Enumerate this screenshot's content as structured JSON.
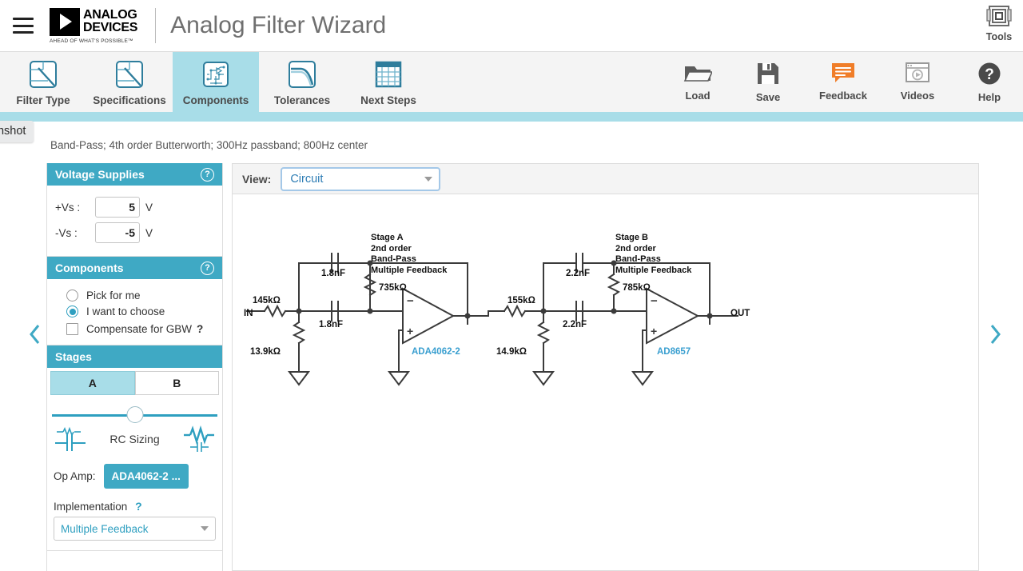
{
  "header": {
    "menu_icon": "hamburger-icon",
    "brand_line1": "ANALOG",
    "brand_line2": "DEVICES",
    "brand_tagline": "AHEAD OF WHAT'S POSSIBLE™",
    "app_title": "Analog Filter Wizard",
    "tools_label": "Tools",
    "tools_icon": "tools-icon"
  },
  "tooltip": {
    "text": "reenshot"
  },
  "tabs": [
    {
      "label": "Filter Type",
      "icon": "filter-type-icon",
      "active": false
    },
    {
      "label": "Specifications",
      "icon": "specifications-icon",
      "active": false
    },
    {
      "label": "Components",
      "icon": "components-icon",
      "active": true
    },
    {
      "label": "Tolerances",
      "icon": "tolerances-icon",
      "active": false
    },
    {
      "label": "Next Steps",
      "icon": "next-steps-icon",
      "active": false
    }
  ],
  "tools": [
    {
      "label": "Load",
      "icon": "folder-icon"
    },
    {
      "label": "Save",
      "icon": "floppy-disk-icon"
    },
    {
      "label": "Feedback",
      "icon": "speech-bubble-icon"
    },
    {
      "label": "Videos",
      "icon": "video-window-icon"
    },
    {
      "label": "Help",
      "icon": "question-mark-icon"
    }
  ],
  "breadcrumb": "Band-Pass; 4th order Butterworth; 300Hz passband; 800Hz center",
  "nav": {
    "prev_icon": "chevron-left-icon",
    "next_icon": "chevron-right-icon"
  },
  "sidebar": {
    "voltage_supplies": {
      "title": "Voltage Supplies",
      "help": "?",
      "rows": [
        {
          "label": "+Vs :",
          "value": "5",
          "unit": "V"
        },
        {
          "label": "-Vs :",
          "value": "-5",
          "unit": "V"
        }
      ]
    },
    "components": {
      "title": "Components",
      "help": "?",
      "options": [
        {
          "label": "Pick for me",
          "selected": false
        },
        {
          "label": "I want to choose",
          "selected": true
        }
      ],
      "checkbox": {
        "label": "Compensate for GBW",
        "checked": false,
        "help": "?"
      }
    },
    "stages": {
      "title": "Stages",
      "tabs": [
        {
          "label": "A",
          "active": true
        },
        {
          "label": "B",
          "active": false
        }
      ],
      "rc_sizing_label": "RC Sizing",
      "rc_slider_value": 50,
      "rc_left_icon": "cap-large-res-small-icon",
      "rc_right_icon": "res-large-cap-small-icon",
      "opamp_label": "Op Amp:",
      "opamp_value": "ADA4062-2 ...",
      "implementation_label": "Implementation",
      "implementation_help": "?",
      "implementation_value": "Multiple Feedback"
    }
  },
  "view": {
    "label": "View:",
    "selected": "Circuit"
  },
  "schematic": {
    "stage_a": {
      "note": [
        "Stage A",
        "2nd order",
        "Band-Pass",
        "Multiple Feedback"
      ],
      "in_label": "IN",
      "r_in": "145kΩ",
      "r_gnd": "13.9kΩ",
      "c_top": "1.8nF",
      "c_mid": "1.8nF",
      "r_fb": "735kΩ",
      "opamp": "ADA4062-2"
    },
    "stage_b": {
      "note": [
        "Stage B",
        "2nd order",
        "Band-Pass",
        "Multiple Feedback"
      ],
      "r_in": "155kΩ",
      "r_gnd": "14.9kΩ",
      "c_top": "2.2nF",
      "c_mid": "2.2nF",
      "r_fb": "785kΩ",
      "opamp": "AD8657",
      "out_label": "OUT"
    }
  },
  "colors": {
    "teal_header": "#3fa9c4",
    "teal_light": "#a8dde8",
    "accent_blue": "#2e9fc0",
    "orange": "#f07d28",
    "schematic_label": "#3a9fd0"
  }
}
